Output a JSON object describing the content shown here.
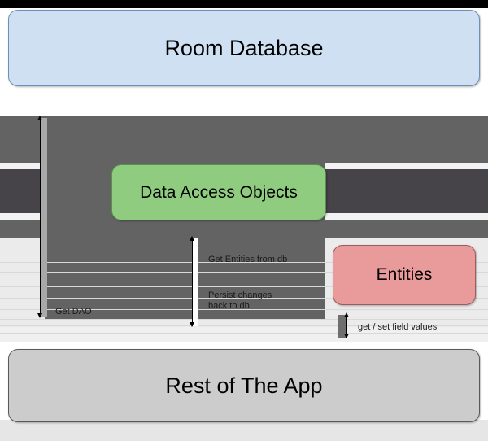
{
  "diagram": {
    "title": "Room Database architecture diagram",
    "nodes": [
      {
        "id": "room",
        "label": "Room Database",
        "color": "#cfe0f2"
      },
      {
        "id": "dao",
        "label": "Data Access Objects",
        "color": "#8fcc80"
      },
      {
        "id": "entities",
        "label": "Entities",
        "color": "#e99a9a"
      },
      {
        "id": "app",
        "label": "Rest of The App",
        "color": "#cccccc"
      }
    ],
    "edges": [
      {
        "id": "get-dao",
        "label": "Get DAO",
        "from": "app",
        "to": "room",
        "arrows": "both"
      },
      {
        "id": "get-ent",
        "label": "Get Entities from db",
        "from": "app",
        "to": "dao",
        "arrows": "both"
      },
      {
        "id": "persist",
        "label": "Persist changes\nback to db",
        "from": "app",
        "to": "dao",
        "arrows": "both"
      },
      {
        "id": "get-set",
        "label": "get / set field values",
        "from": "app",
        "to": "entities",
        "arrows": "both"
      }
    ],
    "colors": {
      "room_fill": "#cfe0f2",
      "dao_fill": "#8fcc80",
      "entities_fill": "#e99a9a",
      "app_fill": "#cccccc",
      "overlay_gray": "#636363",
      "overlay_dark": "#464349",
      "stroke": "#000000"
    }
  }
}
